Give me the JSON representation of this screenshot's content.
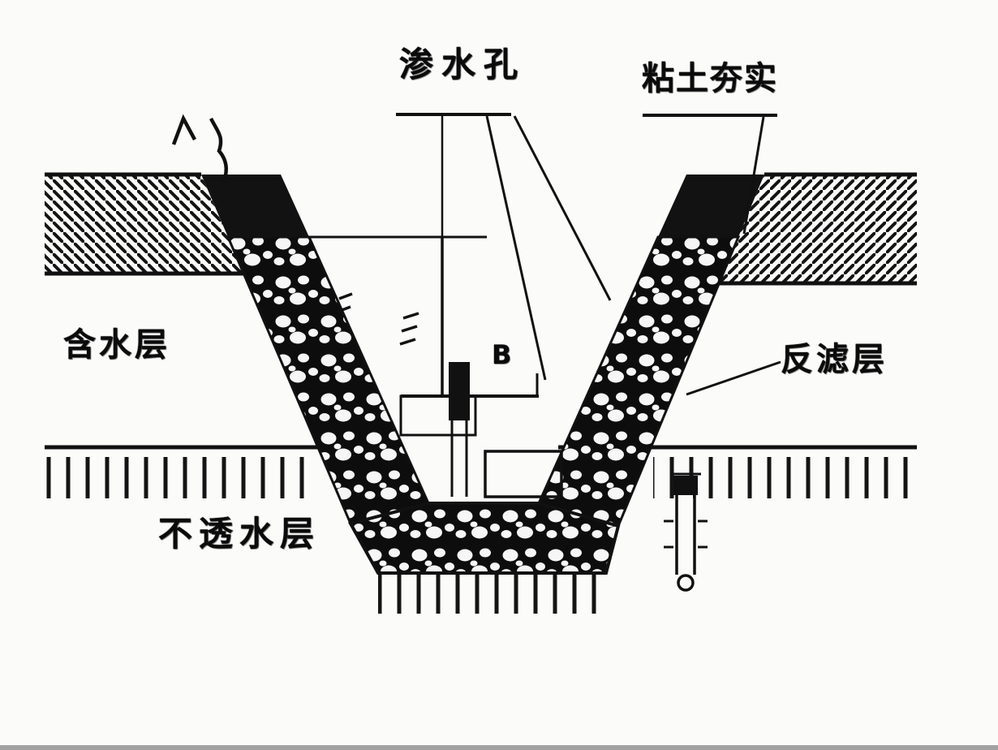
{
  "diagram": {
    "type": "seepage-well cross-section (engineering drawing)",
    "labels": {
      "seepage_hole": "渗水孔",
      "clay_compaction": "粘土夯实",
      "aquifer": "含水层",
      "filter_layer": "反滤层",
      "impermeable_layer": "不透水层",
      "center_mark": "B"
    },
    "colors": {
      "ink": "#111111",
      "background": "#fbfbfa"
    }
  }
}
